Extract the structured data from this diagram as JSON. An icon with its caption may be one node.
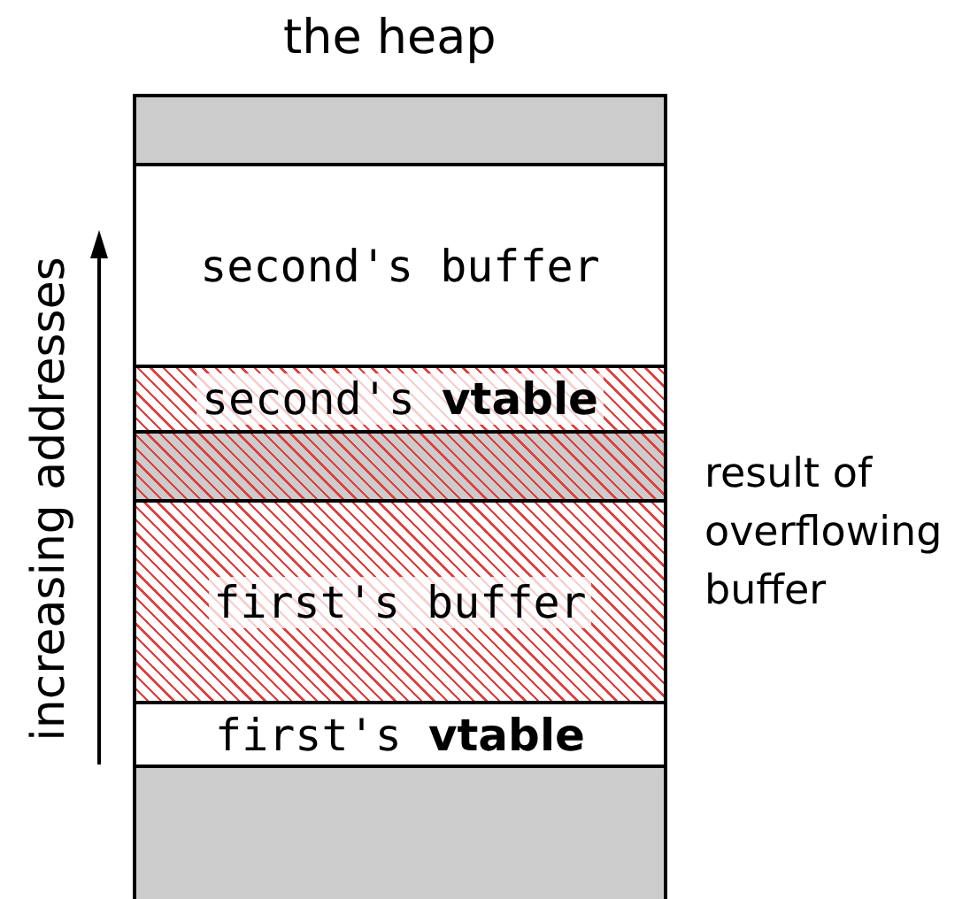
{
  "diagram": {
    "title": "the heap",
    "nodes": [
      {
        "text": [],
        "shape": "box"
      },
      {
        "text": [],
        "shape": "bar",
        "in": 0
      },
      {
        "text": [
          "second's buffer"
        ],
        "in": 0
      },
      {
        "text": [
          "second's **vtable**"
        ],
        "in": 0
      },
      {
        "text": [],
        "shape": "bar",
        "in": 0
      },
      {
        "text": [
          "first's buffer"
        ],
        "in": 0
      },
      {
        "text": [
          "first's **vtable**"
        ],
        "in": 0
      },
      {
        "text": [],
        "shape": "bar",
        "in": 0
      }
    ],
    "labels": [
      "increasing addresses",
      "result of overflowing buffer"
    ]
  }
}
